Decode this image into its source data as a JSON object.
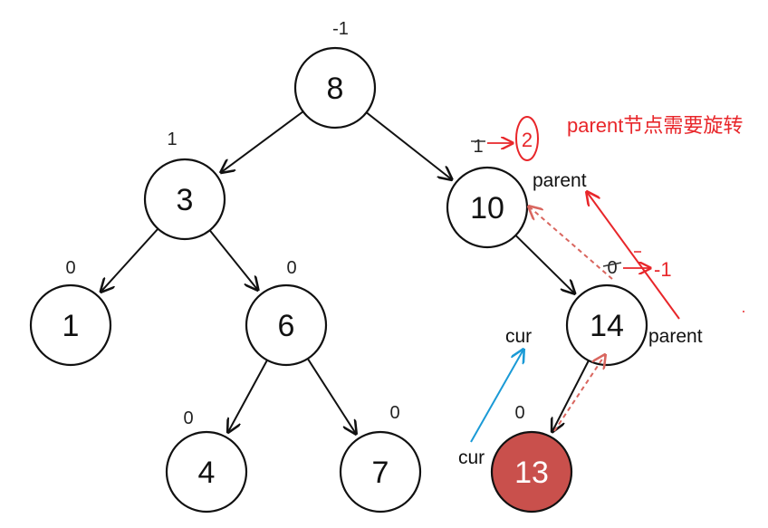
{
  "nodes": [
    {
      "id": "n8",
      "value": "8",
      "bf": "-1"
    },
    {
      "id": "n3",
      "value": "3",
      "bf": "1"
    },
    {
      "id": "n10",
      "value": "10",
      "bf": "1"
    },
    {
      "id": "n1",
      "value": "1",
      "bf": "0"
    },
    {
      "id": "n6",
      "value": "6",
      "bf": "0"
    },
    {
      "id": "n14",
      "value": "14",
      "bf": "0"
    },
    {
      "id": "n4",
      "value": "4",
      "bf": "0"
    },
    {
      "id": "n7",
      "value": "7",
      "bf": "0"
    },
    {
      "id": "n13",
      "value": "13",
      "bf": "0",
      "highlight": true
    }
  ],
  "edges": [
    {
      "from": "n8",
      "to": "n3"
    },
    {
      "from": "n8",
      "to": "n10"
    },
    {
      "from": "n3",
      "to": "n1"
    },
    {
      "from": "n3",
      "to": "n6"
    },
    {
      "from": "n10",
      "to": "n14"
    },
    {
      "from": "n6",
      "to": "n4"
    },
    {
      "from": "n6",
      "to": "n7"
    },
    {
      "from": "n14",
      "to": "n13"
    }
  ],
  "annotations": {
    "note": "parent节点需要旋转",
    "bf_10_new": "2",
    "bf_14_new": "-1",
    "label_parent_top": "parent",
    "label_parent_right": "parent",
    "label_cur_top": "cur",
    "label_cur_left": "cur"
  },
  "colors": {
    "highlight_fill": "#c9504c",
    "annotation_red": "#e8262a",
    "dashed_arrow": "#d9665f",
    "cur_arrow": "#1a9ad6"
  }
}
